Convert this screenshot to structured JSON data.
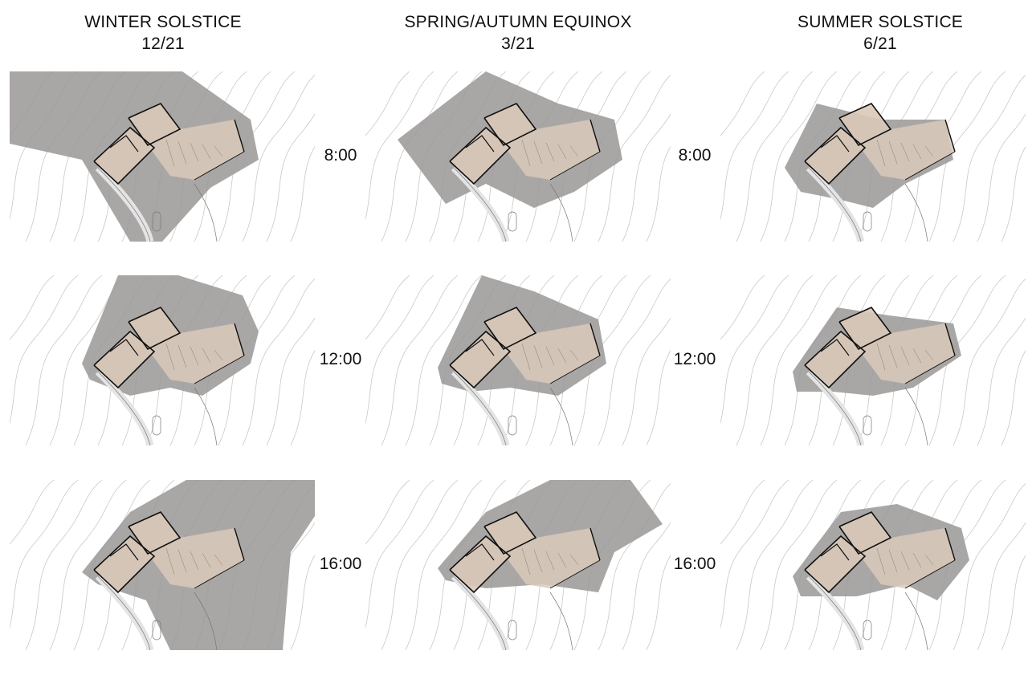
{
  "columns": [
    {
      "title": "WINTER SOLSTICE",
      "date": "12/21"
    },
    {
      "title": "SPRING/AUTUMN EQUINOX",
      "date": "3/21"
    },
    {
      "title": "SUMMER SOLSTICE",
      "date": "6/21"
    }
  ],
  "rows": [
    {
      "time": "8:00"
    },
    {
      "time": "12:00"
    },
    {
      "time": "16:00"
    }
  ],
  "colors": {
    "shadow": "#9a9896",
    "roof": "#d9c9b8",
    "contour": "#c8c8c8",
    "wall": "#111111"
  }
}
